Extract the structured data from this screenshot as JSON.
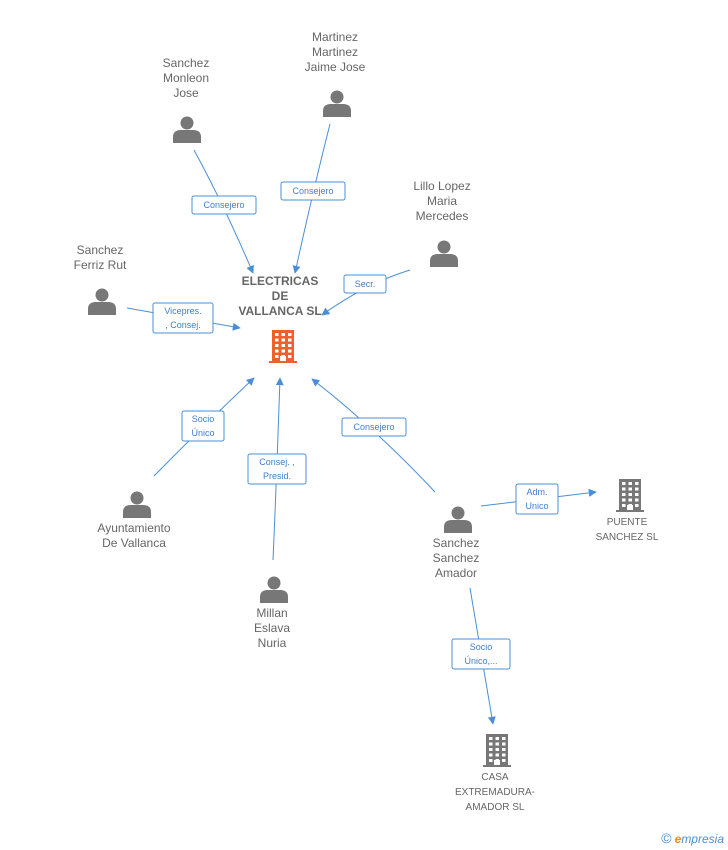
{
  "colors": {
    "person": "#777777",
    "center_company": "#f0602a",
    "company": "#777777",
    "edge": "#4a8fd6",
    "brand_e": "#f28a1e"
  },
  "center": {
    "id": "electricas",
    "label": [
      "ELECTRICAS",
      "DE",
      "VALLANCA SL"
    ]
  },
  "nodes": [
    {
      "id": "sanchez_monleon",
      "type": "person",
      "label": [
        "Sanchez",
        "Monleon",
        "Jose"
      ]
    },
    {
      "id": "martinez",
      "type": "person",
      "label": [
        "Martinez",
        "Martinez",
        "Jaime Jose"
      ]
    },
    {
      "id": "lillo",
      "type": "person",
      "label": [
        "Lillo Lopez",
        "Maria",
        "Mercedes"
      ]
    },
    {
      "id": "sanchez_ferriz",
      "type": "person",
      "label": [
        "Sanchez",
        "Ferriz Rut"
      ]
    },
    {
      "id": "ayuntamiento",
      "type": "person",
      "label": [
        "Ayuntamiento",
        "De Vallanca"
      ]
    },
    {
      "id": "millan",
      "type": "person",
      "label": [
        "Millan",
        "Eslava",
        "Nuria"
      ]
    },
    {
      "id": "sanchez_sanchez",
      "type": "person",
      "label": [
        "Sanchez",
        "Sanchez",
        "Amador"
      ]
    },
    {
      "id": "puente",
      "type": "company",
      "label": [
        "PUENTE",
        "SANCHEZ SL"
      ]
    },
    {
      "id": "casa",
      "type": "company",
      "label": [
        "CASA",
        "EXTREMADURA-",
        "AMADOR SL"
      ]
    }
  ],
  "edges": [
    {
      "from": "sanchez_monleon",
      "to": "electricas",
      "label": [
        "Consejero"
      ]
    },
    {
      "from": "martinez",
      "to": "electricas",
      "label": [
        "Consejero"
      ]
    },
    {
      "from": "lillo",
      "to": "electricas",
      "label": [
        "Secr."
      ]
    },
    {
      "from": "sanchez_ferriz",
      "to": "electricas",
      "label": [
        "Vicepres.",
        ", Consej."
      ]
    },
    {
      "from": "ayuntamiento",
      "to": "electricas",
      "label": [
        "Socio",
        "Único"
      ]
    },
    {
      "from": "millan",
      "to": "electricas",
      "label": [
        "Consej. ,",
        "Presid."
      ]
    },
    {
      "from": "sanchez_sanchez",
      "to": "electricas",
      "label": [
        "Consejero"
      ]
    },
    {
      "from": "sanchez_sanchez",
      "to": "puente",
      "label": [
        "Adm.",
        "Unico"
      ]
    },
    {
      "from": "sanchez_sanchez",
      "to": "casa",
      "label": [
        "Socio",
        "Único,..."
      ]
    }
  ],
  "brand": {
    "symbol": "©",
    "first_letter": "e",
    "rest": "mpresia"
  }
}
